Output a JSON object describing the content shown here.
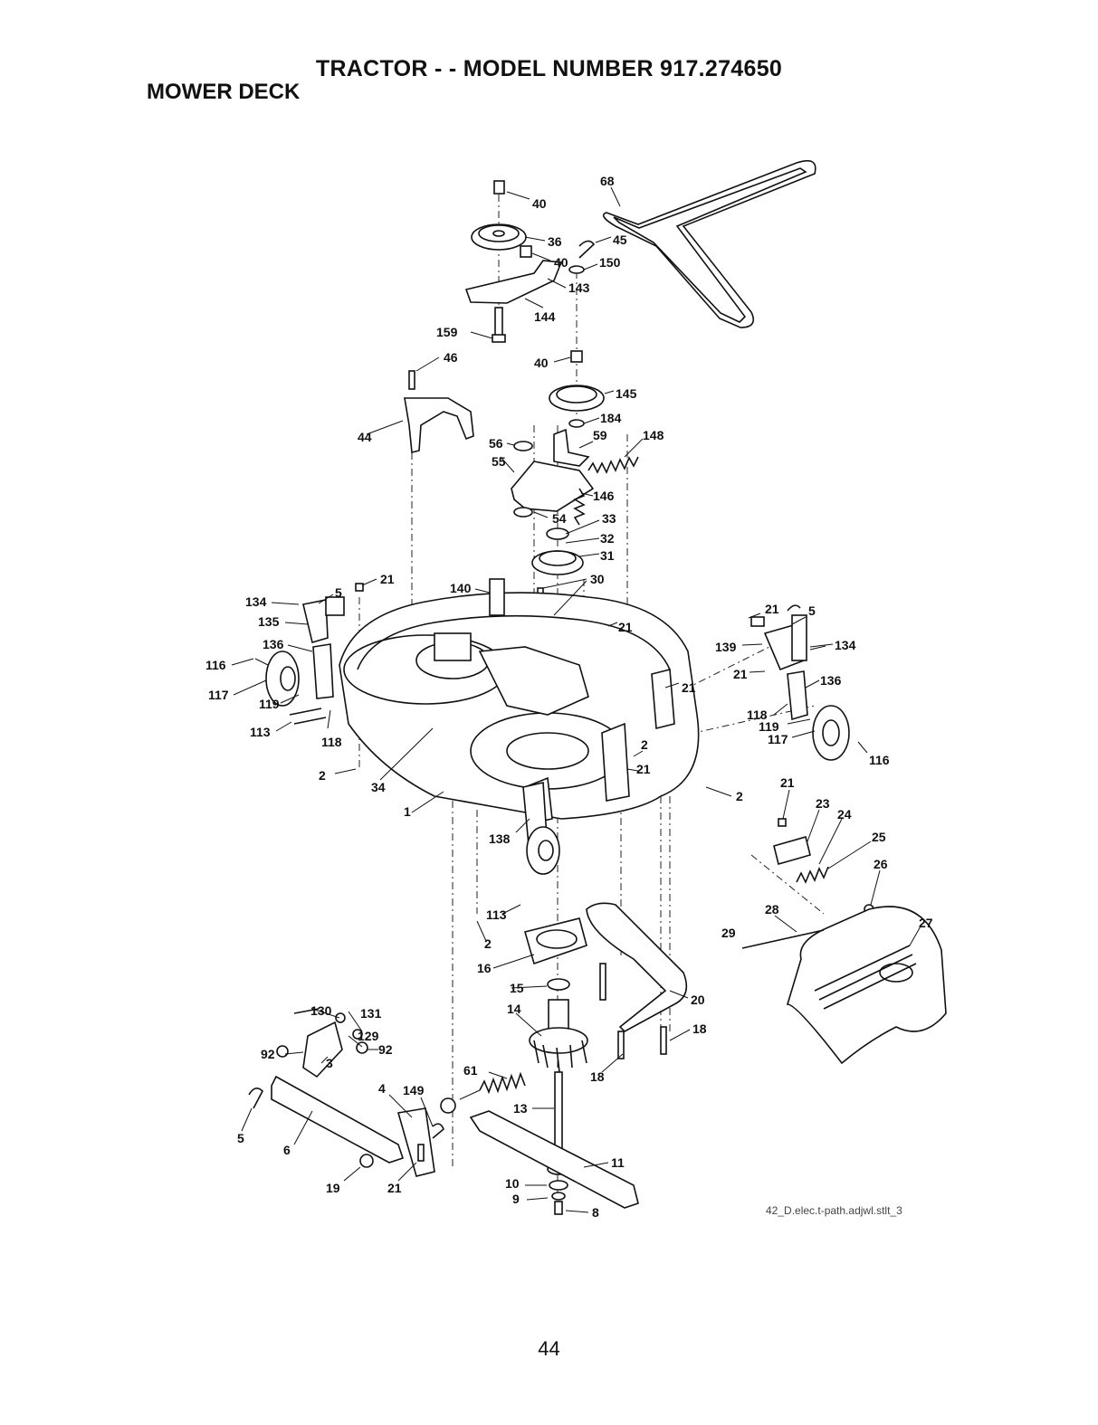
{
  "header": {
    "title": "TRACTOR - - MODEL NUMBER 917.274650",
    "section": "MOWER DECK"
  },
  "footer": {
    "drawing_id": "42_D.elec.t-path.adjwl.stlt_3",
    "page_number": "44"
  },
  "callouts": [
    {
      "id": "c-40a",
      "text": "40"
    },
    {
      "id": "c-68",
      "text": "68"
    },
    {
      "id": "c-36",
      "text": "36"
    },
    {
      "id": "c-40b",
      "text": "40"
    },
    {
      "id": "c-143",
      "text": "143"
    },
    {
      "id": "c-144",
      "text": "144"
    },
    {
      "id": "c-45",
      "text": "45"
    },
    {
      "id": "c-159",
      "text": "159"
    },
    {
      "id": "c-150",
      "text": "150"
    },
    {
      "id": "c-46",
      "text": "46"
    },
    {
      "id": "c-40c",
      "text": "40"
    },
    {
      "id": "c-145",
      "text": "145"
    },
    {
      "id": "c-184",
      "text": "184"
    },
    {
      "id": "c-44",
      "text": "44"
    },
    {
      "id": "c-56",
      "text": "56"
    },
    {
      "id": "c-59",
      "text": "59"
    },
    {
      "id": "c-148",
      "text": "148"
    },
    {
      "id": "c-55",
      "text": "55"
    },
    {
      "id": "c-146",
      "text": "146"
    },
    {
      "id": "c-54",
      "text": "54"
    },
    {
      "id": "c-33",
      "text": "33"
    },
    {
      "id": "c-32",
      "text": "32"
    },
    {
      "id": "c-31",
      "text": "31"
    },
    {
      "id": "c-30",
      "text": "30"
    },
    {
      "id": "c-21a",
      "text": "21"
    },
    {
      "id": "c-5a",
      "text": "5"
    },
    {
      "id": "c-134a",
      "text": "134"
    },
    {
      "id": "c-140",
      "text": "140"
    },
    {
      "id": "c-135",
      "text": "135"
    },
    {
      "id": "c-136a",
      "text": "136"
    },
    {
      "id": "c-116a",
      "text": "116"
    },
    {
      "id": "c-117a",
      "text": "117"
    },
    {
      "id": "c-119a",
      "text": "119"
    },
    {
      "id": "c-113a",
      "text": "113"
    },
    {
      "id": "c-118a",
      "text": "118"
    },
    {
      "id": "c-2a",
      "text": "2"
    },
    {
      "id": "c-34",
      "text": "34"
    },
    {
      "id": "c-1",
      "text": "1"
    },
    {
      "id": "c-21b",
      "text": "21"
    },
    {
      "id": "c-21c",
      "text": "21"
    },
    {
      "id": "c-21d",
      "text": "21"
    },
    {
      "id": "c-5b",
      "text": "5"
    },
    {
      "id": "c-139",
      "text": "139"
    },
    {
      "id": "c-134b",
      "text": "134"
    },
    {
      "id": "c-21e",
      "text": "21"
    },
    {
      "id": "c-136b",
      "text": "136"
    },
    {
      "id": "c-118b",
      "text": "118"
    },
    {
      "id": "c-119b",
      "text": "119"
    },
    {
      "id": "c-117b",
      "text": "117"
    },
    {
      "id": "c-116b",
      "text": "116"
    },
    {
      "id": "c-2b",
      "text": "2"
    },
    {
      "id": "c-21f",
      "text": "21"
    },
    {
      "id": "c-2c",
      "text": "2"
    },
    {
      "id": "c-21g",
      "text": "21"
    },
    {
      "id": "c-23",
      "text": "23"
    },
    {
      "id": "c-24",
      "text": "24"
    },
    {
      "id": "c-25",
      "text": "25"
    },
    {
      "id": "c-26",
      "text": "26"
    },
    {
      "id": "c-138",
      "text": "138"
    },
    {
      "id": "c-113b",
      "text": "113"
    },
    {
      "id": "c-2d",
      "text": "2"
    },
    {
      "id": "c-28",
      "text": "28"
    },
    {
      "id": "c-29",
      "text": "29"
    },
    {
      "id": "c-27",
      "text": "27"
    },
    {
      "id": "c-16",
      "text": "16"
    },
    {
      "id": "c-15",
      "text": "15"
    },
    {
      "id": "c-14",
      "text": "14"
    },
    {
      "id": "c-20",
      "text": "20"
    },
    {
      "id": "c-18a",
      "text": "18"
    },
    {
      "id": "c-18b",
      "text": "18"
    },
    {
      "id": "c-130",
      "text": "130"
    },
    {
      "id": "c-131",
      "text": "131"
    },
    {
      "id": "c-129",
      "text": "129"
    },
    {
      "id": "c-92a",
      "text": "92"
    },
    {
      "id": "c-92b",
      "text": "92"
    },
    {
      "id": "c-3",
      "text": "3"
    },
    {
      "id": "c-61",
      "text": "61"
    },
    {
      "id": "c-4",
      "text": "4"
    },
    {
      "id": "c-149",
      "text": "149"
    },
    {
      "id": "c-13",
      "text": "13"
    },
    {
      "id": "c-11",
      "text": "11"
    },
    {
      "id": "c-5c",
      "text": "5"
    },
    {
      "id": "c-6",
      "text": "6"
    },
    {
      "id": "c-19",
      "text": "19"
    },
    {
      "id": "c-21h",
      "text": "21"
    },
    {
      "id": "c-10",
      "text": "10"
    },
    {
      "id": "c-9",
      "text": "9"
    },
    {
      "id": "c-8",
      "text": "8"
    }
  ]
}
